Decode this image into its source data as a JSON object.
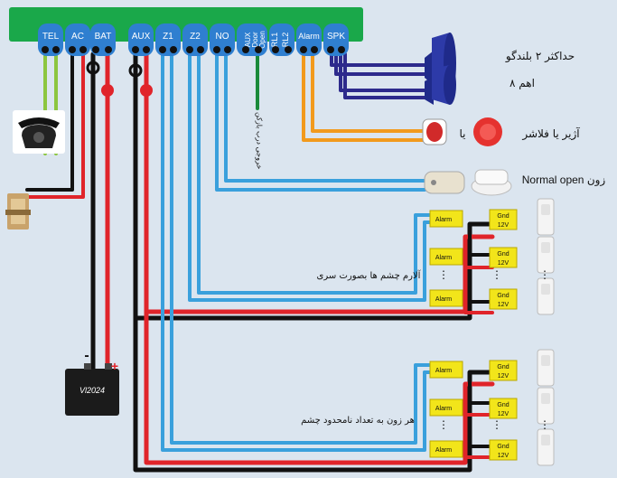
{
  "terminals": {
    "tel": "TEL",
    "ac": "AC",
    "bat": "BAT",
    "aux": "AUX",
    "z1": "Z1",
    "z2": "Z2",
    "no": "NO",
    "aux_door_open": [
      "AUX",
      "Door",
      "Open"
    ],
    "rl": [
      "RL1",
      "RL2"
    ],
    "alarm": "Alarm",
    "spk": "SPK"
  },
  "labels": {
    "speakers": "حداکثر ۲ بلندگو",
    "ohms": "۸ اهم",
    "siren": "آژیر یا فلاشر",
    "ya": "یا",
    "normal_open_zone": "Normal open  زون",
    "door_output": "خروجی درب بازکن",
    "series_sensors": "آلارم چشم ها بصورت سری",
    "unlimited_sensors": "هر زون به تعداد نامحدود چشم",
    "minus": "-",
    "plus": "+",
    "battery_model": "Vl2024"
  },
  "sensor": {
    "alarm": "Alarm",
    "gnd": "Gnd",
    "v12": "12V",
    "dots": "⋮"
  },
  "colors": {
    "board": "#1aa84a",
    "terminal": "#2f7fd0",
    "wire_blue": "#3aa0dc",
    "wire_black": "#111111",
    "wire_red": "#e0242a",
    "wire_green": "#8cc63f",
    "wire_orange": "#f29a1d",
    "wire_navy": "#2d2a8c",
    "wire_darkgreen": "#1a8a3a",
    "relay_block": "#f2e51a"
  }
}
